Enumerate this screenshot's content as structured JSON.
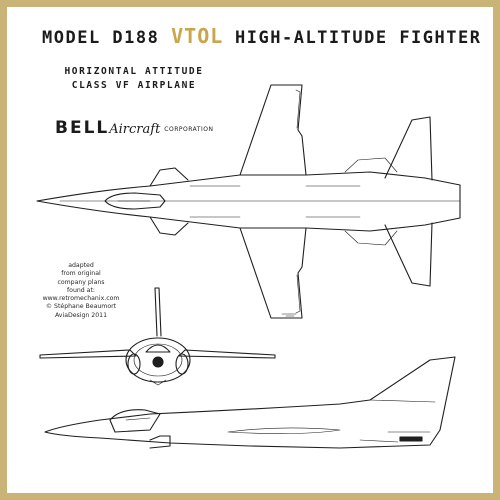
{
  "title": {
    "part1": "MODEL D188",
    "accent": "VTOL",
    "part2": "HIGH-ALTITUDE FIGHTER"
  },
  "subtitle": {
    "line1": "HORIZONTAL ATTITUDE",
    "line2": "CLASS VF AIRPLANE"
  },
  "logo": {
    "bell": "BELL",
    "aircraft": "Aircraft",
    "corporation": "CORPORATION"
  },
  "credits": {
    "line1": "adapted",
    "line2": "from original",
    "line3": "company plans",
    "line4": "found at:",
    "line5": "www.retromechanix.com",
    "line6": "© Stéphane Beaumort",
    "line7": "AviaDesign 2011"
  },
  "colors": {
    "frame": "#c9b377",
    "accent": "#c9a54c",
    "ink": "#1f1f1f"
  }
}
